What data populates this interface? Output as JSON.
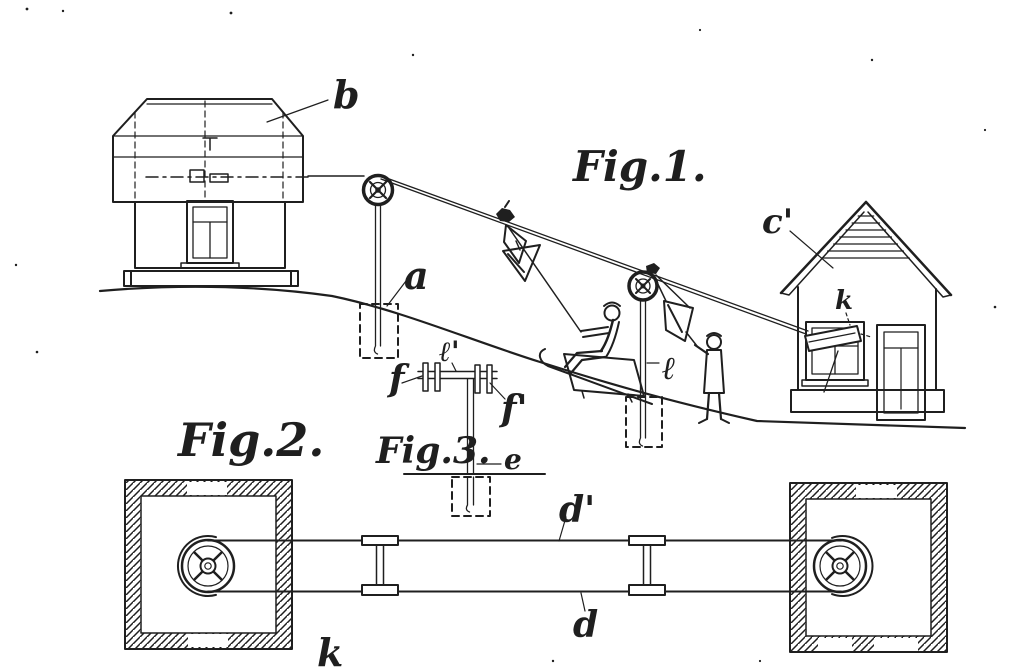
{
  "colors": {
    "paper": "#ffffff",
    "ink": "#1f1f1f"
  },
  "figure1": {
    "title": "Fig.1.",
    "labels": {
      "b": "b",
      "a": "a",
      "c_prime": "c'",
      "k": "k",
      "l": "ℓ"
    }
  },
  "figure2": {
    "title": "Fig.2.",
    "labels": {
      "d_prime": "d'",
      "d": "d",
      "k": "k"
    }
  },
  "figure3": {
    "title": "Fig.3.",
    "labels": {
      "f": "f",
      "l_prime": "ℓ'",
      "f_prime": "f'",
      "e": "e"
    }
  }
}
